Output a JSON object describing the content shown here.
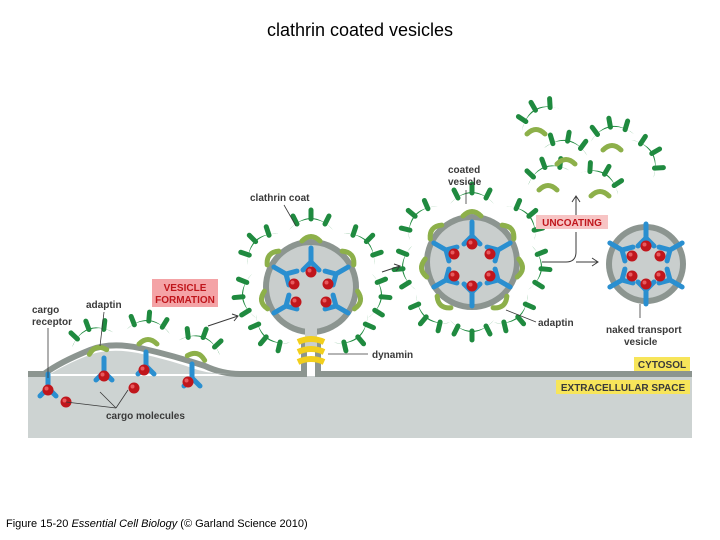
{
  "slide": {
    "title": "clathrin coated vesicles",
    "caption_prefix": "Figure 15-20  ",
    "caption_book": "Essential Cell Biology",
    "caption_suffix": " (© Garland Science 2010)"
  },
  "labels": {
    "cargo_receptor_1": "cargo",
    "cargo_receptor_2": "receptor",
    "adaptin_left": "adaptin",
    "cargo_molecules": "cargo molecules",
    "clathrin_coat": "clathrin coat",
    "vesicle_formation_1": "VESICLE",
    "vesicle_formation_2": "FORMATION",
    "dynamin": "dynamin",
    "coated_vesicle_1": "coated",
    "coated_vesicle_2": "vesicle",
    "uncoating": "UNCOATING",
    "adaptin_right": "adaptin",
    "naked_vesicle_1": "naked transport",
    "naked_vesicle_2": "vesicle",
    "cytosol": "CYTOSOL",
    "extracellular_space": "EXTRACELLULAR SPACE"
  },
  "colors": {
    "clathrin": "#1f8a3f",
    "adaptin": "#8db04a",
    "receptor": "#2a8fd0",
    "cargo": "#c0161c",
    "membrane": "#8c9590",
    "vesicle_lumen": "#c9cecd",
    "extracellular": "#cdd3d2",
    "dynamin": "#f2cf1c",
    "formation_box": "#f4a3a6",
    "uncoating_box": "#f7c4c4",
    "compartment_box": "#f7e55a"
  }
}
